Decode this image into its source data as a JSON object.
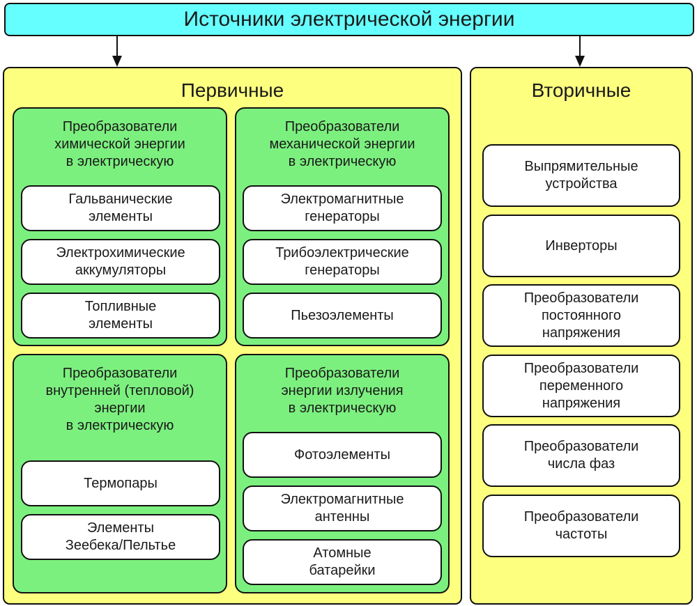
{
  "root": "Источники электрической энергии",
  "primary": {
    "title": "Первичные",
    "groups": [
      {
        "title": "Преобразователи\nхимической энергии\nв электрическую",
        "items": [
          "Гальванические\nэлементы",
          "Электрохимические\nаккумуляторы",
          "Топливные\nэлементы"
        ]
      },
      {
        "title": "Преобразователи\nмеханической энергии\nв электрическую",
        "items": [
          "Электромагнитные\nгенераторы",
          "Трибоэлектрические\nгенераторы",
          "Пьезоэлементы"
        ]
      },
      {
        "title": "Преобразователи\nвнутренней (тепловой)\nэнергии\nв электрическую",
        "items": [
          "Термопары",
          "Элементы\nЗеебека/Пельтье"
        ]
      },
      {
        "title": "Преобразователи\nэнергии излучения\nв электрическую",
        "items": [
          "Фотоэлементы",
          "Электромагнитные\nантенны",
          "Атомные\nбатарейки"
        ]
      }
    ]
  },
  "secondary": {
    "title": "Вторичные",
    "items": [
      "Выпрямительные\nустройства",
      "Инверторы",
      "Преобразователи\nпостоянного\nнапряжения",
      "Преобразователи\nпеременного\nнапряжения",
      "Преобразователи\nчисла фаз",
      "Преобразователи\nчастоты"
    ]
  },
  "colors": {
    "root_fill": "#66ffff",
    "panel_fill": "#fdff7f",
    "group_fill": "#7cf07f",
    "item_fill": "#ffffff",
    "outline": "#111111"
  }
}
